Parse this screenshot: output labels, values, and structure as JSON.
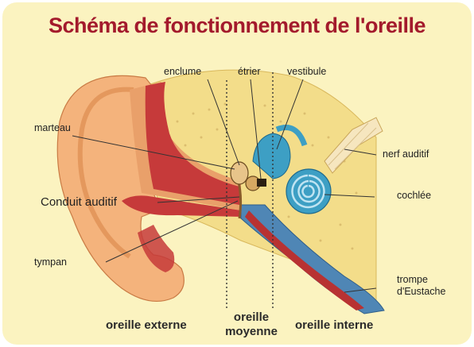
{
  "title": "Schéma de fonctionnement de l'oreille",
  "labels": {
    "enclume": "enclume",
    "etrier": "étrier",
    "vestibule": "vestibule",
    "marteau": "marteau",
    "nerf": "nerf auditif",
    "conduit": "Conduit auditif",
    "cochlee": "cochlée",
    "tympan": "tympan",
    "trompe_1": "trompe",
    "trompe_2": "d'Eustache"
  },
  "zones": {
    "externe": "oreille externe",
    "moyenne_1": "oreille",
    "moyenne_2": "moyenne",
    "interne": "oreille interne"
  },
  "colors": {
    "frame": "#fbf3c0",
    "title": "#a31a2c",
    "skin": "#f4b37c",
    "bone": "#f3dd8a",
    "canal": "#c63a3a",
    "cochlea": "#3d9fc4",
    "tube": "#4f86b5"
  }
}
